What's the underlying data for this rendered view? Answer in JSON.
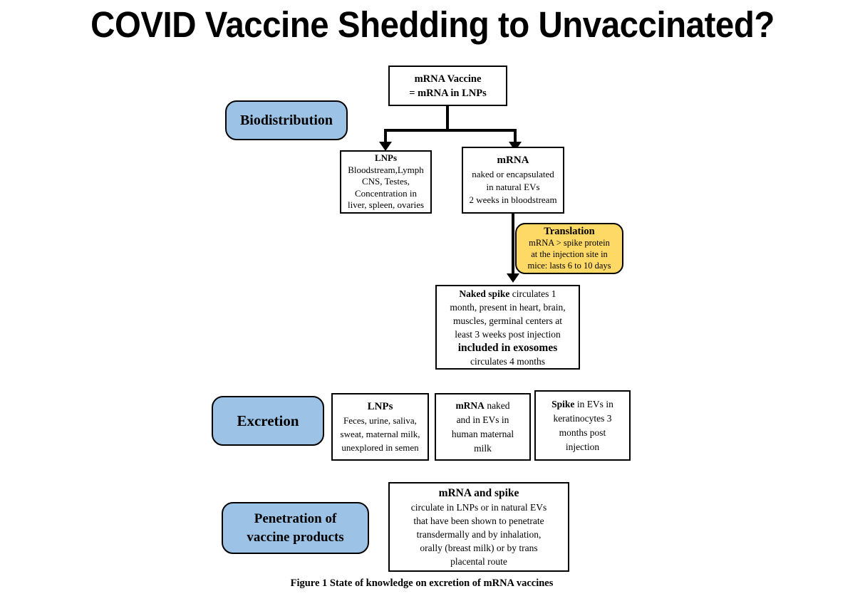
{
  "page": {
    "title": "COVID Vaccine Shedding to Unvaccinated?",
    "caption": "Figure 1 State of knowledge on excretion of mRNA vaccines"
  },
  "colors": {
    "stage_badge_blue": "#9CC3E5",
    "translation_yellow": "#FFD966",
    "box_border": "#000000",
    "box_fill": "#FFFFFF",
    "text": "#000000",
    "page_background": "#FFFFFF"
  },
  "stages": {
    "biodistribution": "Biodistribution",
    "excretion": "Excretion",
    "penetration_line1": "Penetration of",
    "penetration_line2": "vaccine products"
  },
  "nodes": {
    "source": {
      "line1": "mRNA Vaccine",
      "line2": "= mRNA in LNPs"
    },
    "lnps_biodistribution": {
      "heading": "LNPs",
      "lines": [
        "Bloodstream,Lymph",
        "CNS, Testes,",
        "Concentration in",
        "liver, spleen, ovaries"
      ]
    },
    "mrna_biodistribution": {
      "heading": "mRNA",
      "lines": [
        "naked or encapsulated",
        "in natural EVs",
        "2 weeks in bloodstream"
      ]
    },
    "translation": {
      "heading": "Translation",
      "lines": [
        "mRNA > spike protein",
        "at the injection site in",
        "mice: lasts 6 to 10 days"
      ]
    },
    "naked_spike": {
      "line1_bold": "Naked spike",
      "line1_rest": " circulates 1",
      "line2": "month, present in heart, brain,",
      "line3": "muscles, germinal centers at",
      "line4": "least 3 weeks post injection",
      "line5_bold": "included in exosomes",
      "line6": "circulates 4 months"
    },
    "excretion_lnps": {
      "heading": "LNPs",
      "lines": [
        "Feces, urine, saliva,",
        "sweat, maternal milk,",
        "unexplored in semen"
      ]
    },
    "excretion_mrna": {
      "line1_bold": "mRNA",
      "line1_rest": " naked",
      "line2": "and in EVs in",
      "line3": "human maternal",
      "line4": "milk"
    },
    "excretion_spike": {
      "line1_bold": "Spike",
      "line1_rest": " in EVs in",
      "line2": "keratinocytes 3",
      "line3": "months post",
      "line4": "injection"
    },
    "penetration_products": {
      "heading": "mRNA and spike",
      "lines": [
        "circulate in LNPs or in natural EVs",
        "that have been shown to penetrate",
        "transdermally and by inhalation,",
        "orally (breast milk) or by trans",
        "placental route"
      ]
    }
  }
}
